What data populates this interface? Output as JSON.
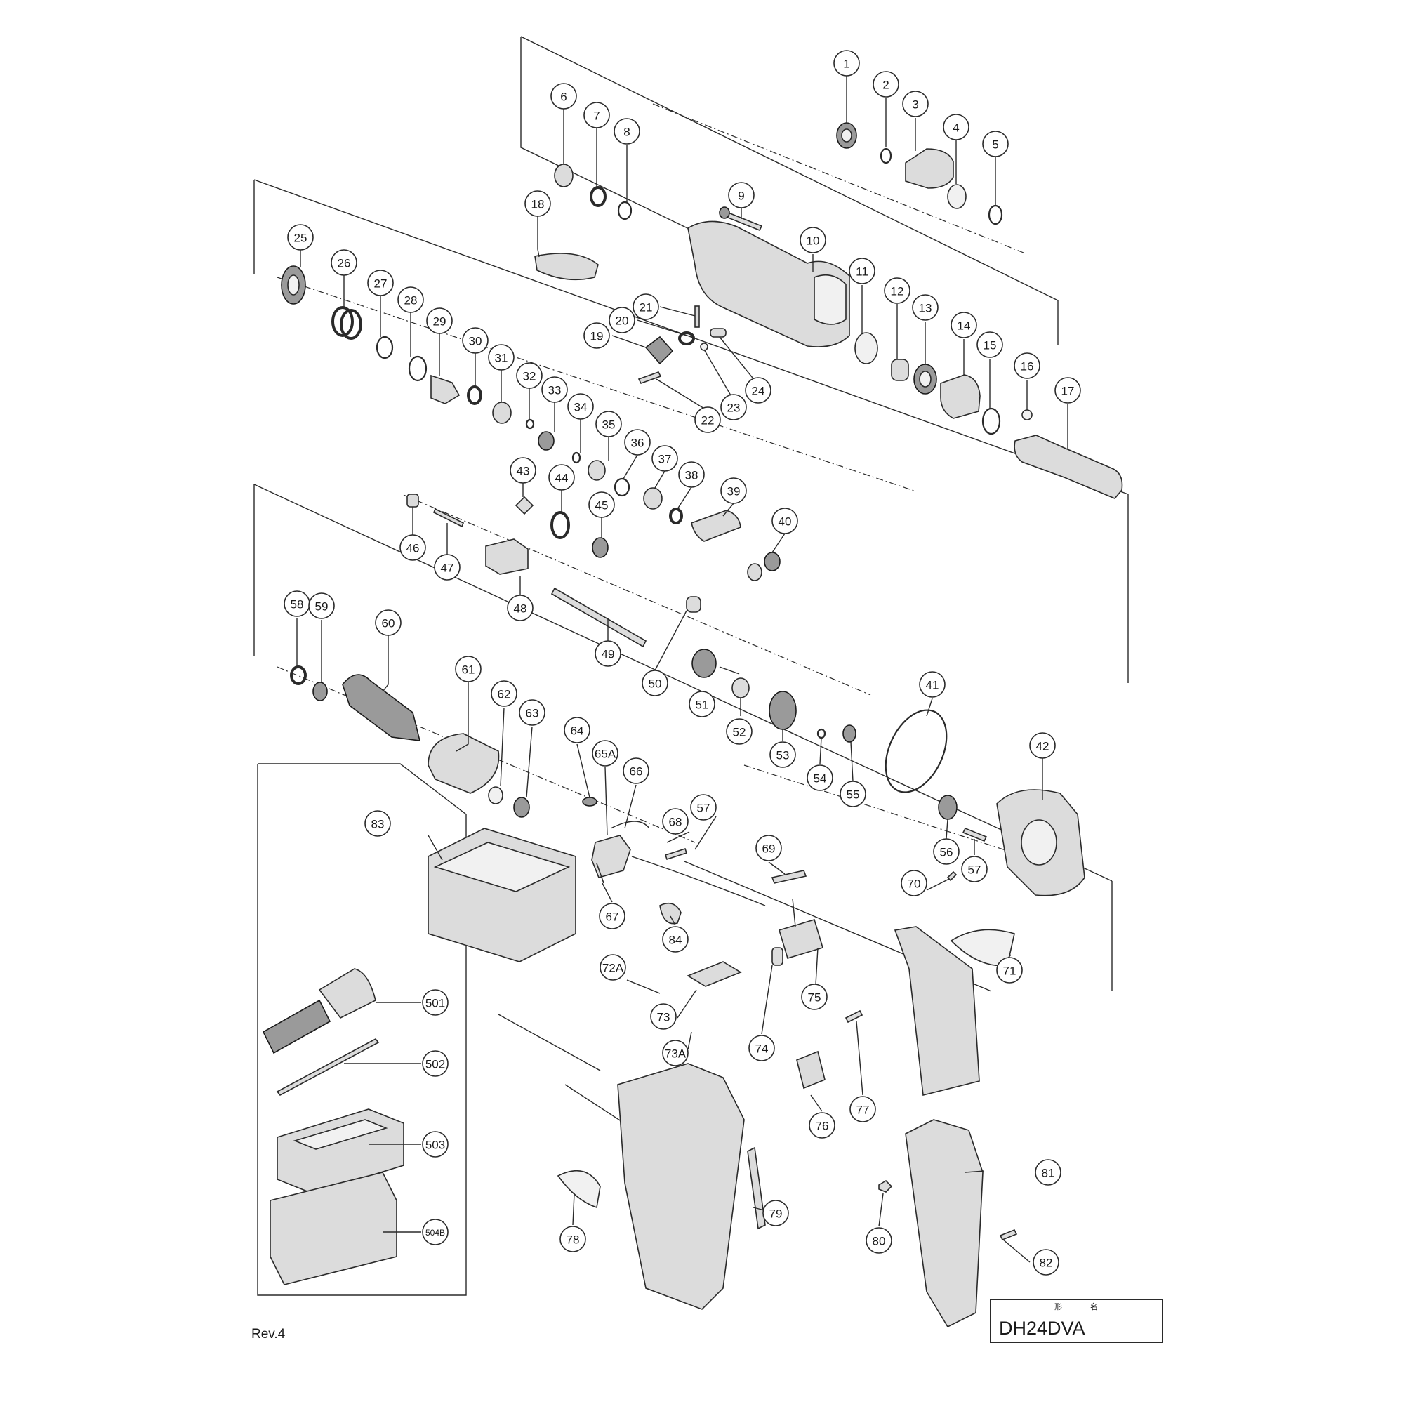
{
  "diagram": {
    "parts": [
      {
        "id": "p1",
        "label": "1"
      },
      {
        "id": "p2",
        "label": "2"
      },
      {
        "id": "p3",
        "label": "3"
      },
      {
        "id": "p4",
        "label": "4"
      },
      {
        "id": "p5",
        "label": "5"
      },
      {
        "id": "p6",
        "label": "6"
      },
      {
        "id": "p7",
        "label": "7"
      },
      {
        "id": "p8",
        "label": "8"
      },
      {
        "id": "p9",
        "label": "9"
      },
      {
        "id": "p10",
        "label": "10"
      },
      {
        "id": "p11",
        "label": "11"
      },
      {
        "id": "p12",
        "label": "12"
      },
      {
        "id": "p13",
        "label": "13"
      },
      {
        "id": "p14",
        "label": "14"
      },
      {
        "id": "p15",
        "label": "15"
      },
      {
        "id": "p16",
        "label": "16"
      },
      {
        "id": "p17",
        "label": "17"
      },
      {
        "id": "p18",
        "label": "18"
      },
      {
        "id": "p19",
        "label": "19"
      },
      {
        "id": "p20",
        "label": "20"
      },
      {
        "id": "p21",
        "label": "21"
      },
      {
        "id": "p22",
        "label": "22"
      },
      {
        "id": "p23",
        "label": "23"
      },
      {
        "id": "p24",
        "label": "24"
      },
      {
        "id": "p25",
        "label": "25"
      },
      {
        "id": "p26",
        "label": "26"
      },
      {
        "id": "p27",
        "label": "27"
      },
      {
        "id": "p28",
        "label": "28"
      },
      {
        "id": "p29",
        "label": "29"
      },
      {
        "id": "p30",
        "label": "30"
      },
      {
        "id": "p31",
        "label": "31"
      },
      {
        "id": "p32",
        "label": "32"
      },
      {
        "id": "p33",
        "label": "33"
      },
      {
        "id": "p34",
        "label": "34"
      },
      {
        "id": "p35",
        "label": "35"
      },
      {
        "id": "p36",
        "label": "36"
      },
      {
        "id": "p37",
        "label": "37"
      },
      {
        "id": "p38",
        "label": "38"
      },
      {
        "id": "p39",
        "label": "39"
      },
      {
        "id": "p40",
        "label": "40"
      },
      {
        "id": "p41",
        "label": "41"
      },
      {
        "id": "p42",
        "label": "42"
      },
      {
        "id": "p43",
        "label": "43"
      },
      {
        "id": "p44",
        "label": "44"
      },
      {
        "id": "p45",
        "label": "45"
      },
      {
        "id": "p46",
        "label": "46"
      },
      {
        "id": "p47",
        "label": "47"
      },
      {
        "id": "p48",
        "label": "48"
      },
      {
        "id": "p49",
        "label": "49"
      },
      {
        "id": "p50",
        "label": "50"
      },
      {
        "id": "p51",
        "label": "51"
      },
      {
        "id": "p52",
        "label": "52"
      },
      {
        "id": "p53",
        "label": "53"
      },
      {
        "id": "p54",
        "label": "54"
      },
      {
        "id": "p55",
        "label": "55"
      },
      {
        "id": "p56",
        "label": "56"
      },
      {
        "id": "p57a",
        "label": "57"
      },
      {
        "id": "p57b",
        "label": "57"
      },
      {
        "id": "p58",
        "label": "58"
      },
      {
        "id": "p59",
        "label": "59"
      },
      {
        "id": "p60",
        "label": "60"
      },
      {
        "id": "p61",
        "label": "61"
      },
      {
        "id": "p62",
        "label": "62"
      },
      {
        "id": "p63",
        "label": "63"
      },
      {
        "id": "p64",
        "label": "64"
      },
      {
        "id": "p65A",
        "label": "65A"
      },
      {
        "id": "p66",
        "label": "66"
      },
      {
        "id": "p67",
        "label": "67"
      },
      {
        "id": "p68",
        "label": "68"
      },
      {
        "id": "p69",
        "label": "69"
      },
      {
        "id": "p70",
        "label": "70"
      },
      {
        "id": "p71",
        "label": "71"
      },
      {
        "id": "p72A",
        "label": "72A"
      },
      {
        "id": "p73",
        "label": "73"
      },
      {
        "id": "p73A",
        "label": "73A"
      },
      {
        "id": "p74",
        "label": "74"
      },
      {
        "id": "p75",
        "label": "75"
      },
      {
        "id": "p76",
        "label": "76"
      },
      {
        "id": "p77",
        "label": "77"
      },
      {
        "id": "p78",
        "label": "78"
      },
      {
        "id": "p79",
        "label": "79"
      },
      {
        "id": "p80",
        "label": "80"
      },
      {
        "id": "p81",
        "label": "81"
      },
      {
        "id": "p82",
        "label": "82"
      },
      {
        "id": "p83",
        "label": "83"
      },
      {
        "id": "p84",
        "label": "84"
      },
      {
        "id": "p501",
        "label": "501"
      },
      {
        "id": "p502",
        "label": "502"
      },
      {
        "id": "p503",
        "label": "503"
      },
      {
        "id": "p504B",
        "label": "504B"
      }
    ]
  },
  "footer": {
    "revision": "Rev.4",
    "model_header_left": "形",
    "model_header_right": "名",
    "model_name": "DH24DVA"
  }
}
